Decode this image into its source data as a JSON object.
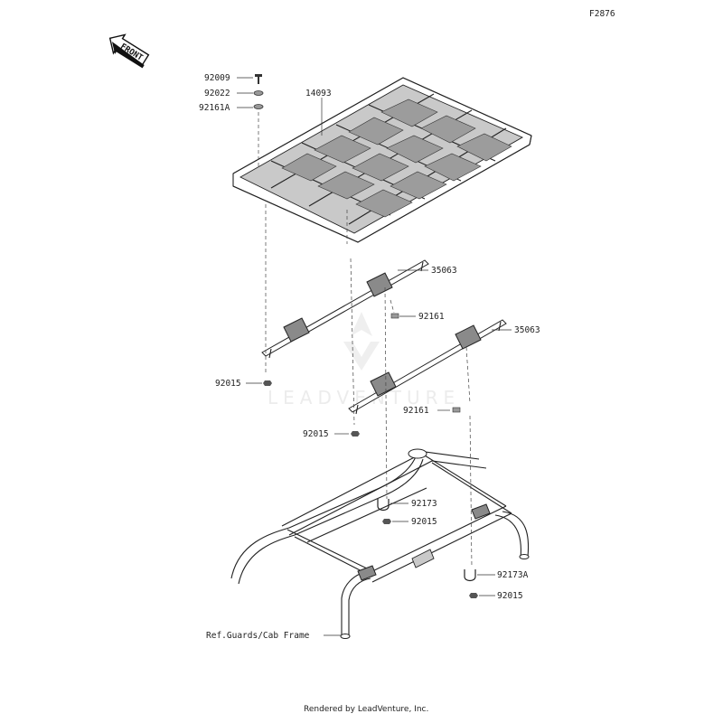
{
  "figure_code": "F2876",
  "front_arrow_label": "FRONT",
  "watermark": "LEADVENTURE",
  "footer": "Rendered by LeadVenture, Inc.",
  "callouts": {
    "bolt_92009": "92009",
    "washer_92022": "92022",
    "washer_92161A": "92161A",
    "roof_14093": "14093",
    "bracket_35063_upper": "35063",
    "bracket_35063_lower": "35063",
    "washer_92161_upper": "92161",
    "washer_92161_lower": "92161",
    "nut_92015_left": "92015",
    "nut_92015_center": "92015",
    "clamp_92173": "92173",
    "nut_92015_frame_mid": "92015",
    "clamp_92173A": "92173A",
    "nut_92015_frame_right": "92015",
    "ref_cab_frame": "Ref.Guards/Cab Frame"
  }
}
